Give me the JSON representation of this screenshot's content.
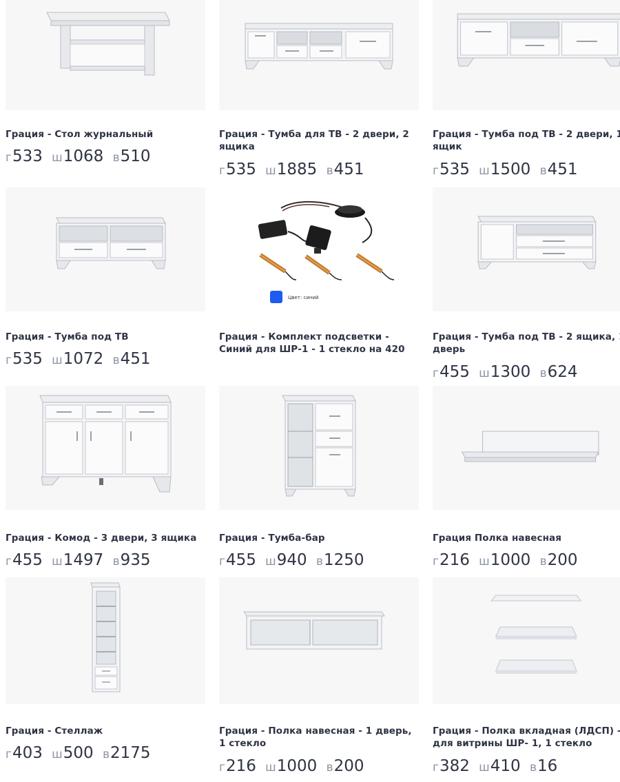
{
  "colors": {
    "title": "#2e3344",
    "dim_value": "#2f3444",
    "dim_label": "#8c94a3",
    "image_bg": "#f7f7f8",
    "swatch": "#1e5cf0"
  },
  "dim_labels": {
    "depth": "г",
    "width": "ш",
    "height": "в"
  },
  "products": [
    {
      "title": "Грация - Стол журнальный",
      "image_icon": "coffee-table-icon",
      "depth": "533",
      "width": "1068",
      "height": "510"
    },
    {
      "title": "Грация - Тумба для ТВ - 2 двери, 2 ящика",
      "image_icon": "tv-stand-wide-icon",
      "depth": "535",
      "width": "1885",
      "height": "451"
    },
    {
      "title": "Грация - Тумба под ТВ - 2 двери, 1 ящик",
      "image_icon": "tv-stand-2door-icon",
      "depth": "535",
      "width": "1500",
      "height": "451"
    },
    {
      "title": "Грация - Тумба под ТВ",
      "image_icon": "tv-stand-small-icon",
      "depth": "535",
      "width": "1072",
      "height": "451"
    },
    {
      "title": "Грация - Комплект подсветки - Синий для ШР-1 - 1 стекло на 420",
      "image_icon": "led-kit-icon",
      "image_caption": "Цвет: синий",
      "depth": "",
      "width": "",
      "height": ""
    },
    {
      "title": "Грация - Тумба под ТВ - 2 ящика, 1 дверь",
      "image_icon": "tv-stand-door-drawers-icon",
      "depth": "455",
      "width": "1300",
      "height": "624"
    },
    {
      "title": "Грация - Комод - 3 двери, 3 ящика",
      "image_icon": "dresser-icon",
      "depth": "455",
      "width": "1497",
      "height": "935"
    },
    {
      "title": "Грация - Тумба-бар",
      "image_icon": "bar-cabinet-icon",
      "depth": "455",
      "width": "940",
      "height": "1250"
    },
    {
      "title": "Грация Полка навесная",
      "image_icon": "wall-shelf-icon",
      "depth": "216",
      "width": "1000",
      "height": "200"
    },
    {
      "title": "Грация - Стеллаж",
      "image_icon": "bookcase-icon",
      "depth": "403",
      "width": "500",
      "height": "2175"
    },
    {
      "title": "Грация - Полка навесная - 1 дверь, 1 стекло",
      "image_icon": "hanging-cabinet-icon",
      "depth": "216",
      "width": "1000",
      "height": "200"
    },
    {
      "title": "Грация - Полка вкладная (ЛДСП) - для витрины ШР- 1, 1 стекло",
      "image_icon": "shelf-boards-icon",
      "depth": "382",
      "width": "410",
      "height": "16"
    }
  ]
}
